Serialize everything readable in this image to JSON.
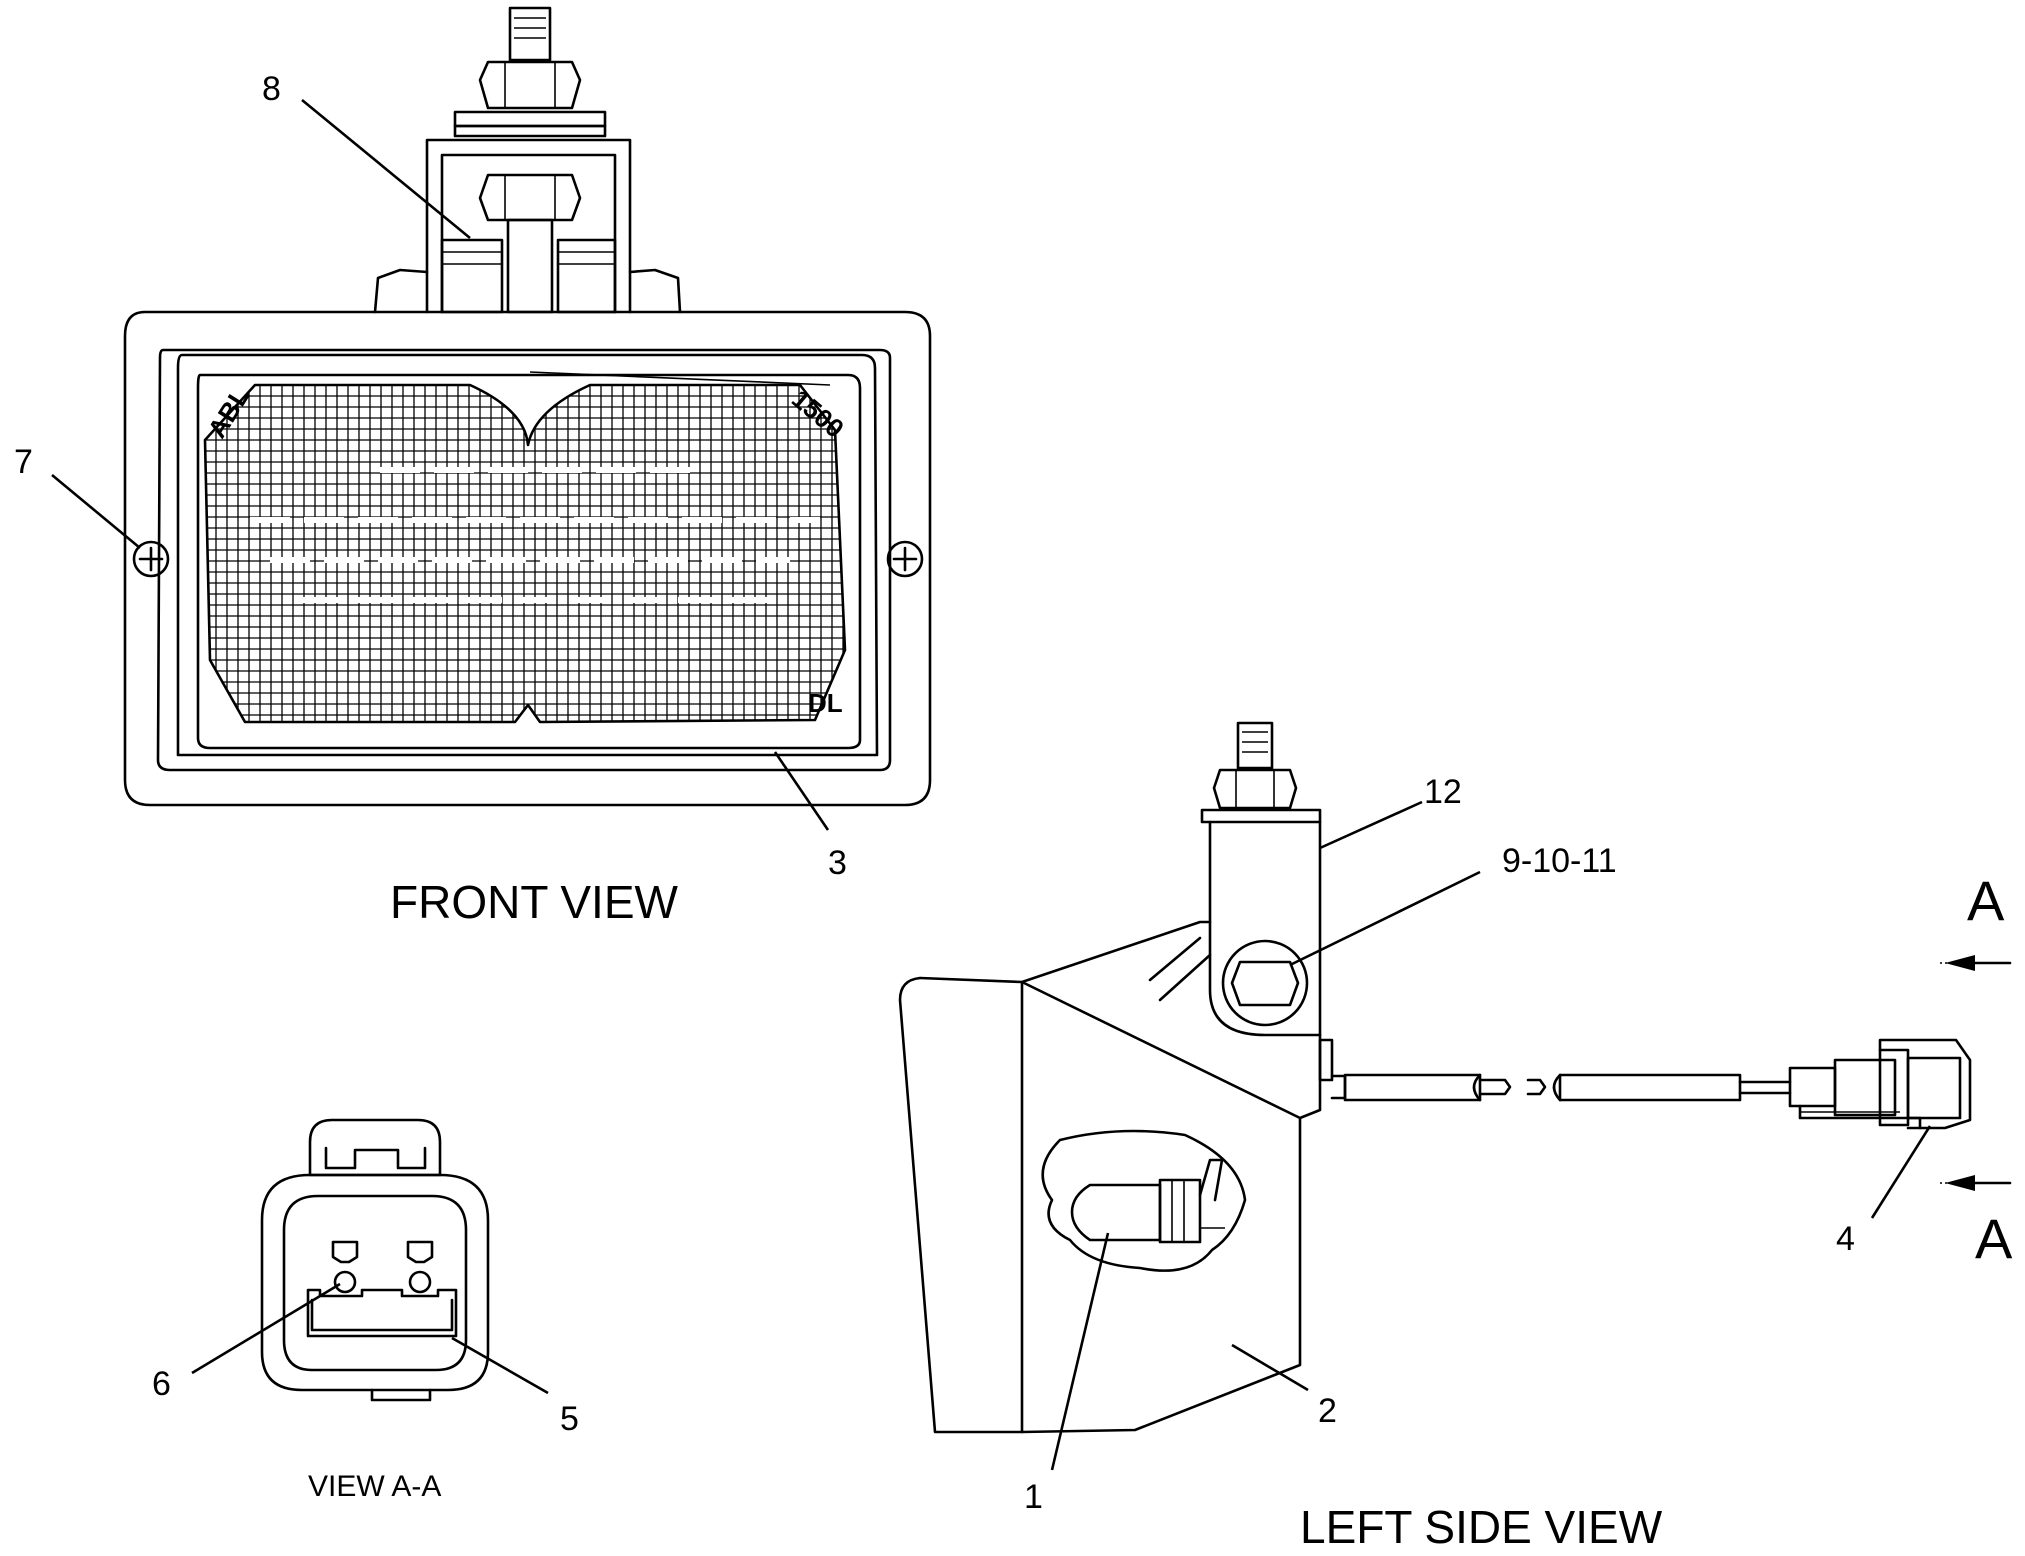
{
  "views": {
    "front": "FRONT VIEW",
    "left_side": "LEFT SIDE VIEW",
    "section": "VIEW A-A"
  },
  "section_marks": {
    "top": "A",
    "bottom": "A"
  },
  "lens_markings": {
    "maker": "ABL",
    "model": "1500",
    "code": "DL"
  },
  "callouts": {
    "c1": "1",
    "c2": "2",
    "c3": "3",
    "c4": "4",
    "c5": "5",
    "c6": "6",
    "c7": "7",
    "c8": "8",
    "c9_10_11": "9-10-11",
    "c12": "12"
  }
}
